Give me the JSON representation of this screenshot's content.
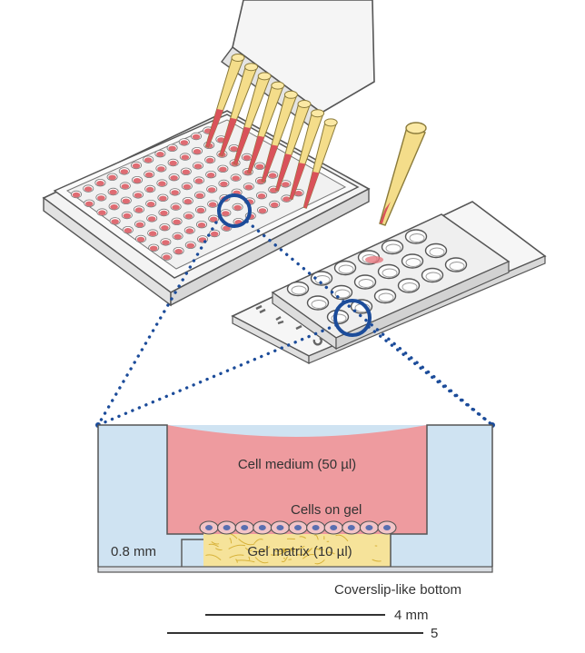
{
  "labels": {
    "cell_medium": "Cell medium (50 µl)",
    "cells_on_gel": "Cells on gel",
    "gel_matrix": "Gel matrix (10 µl)",
    "well_depth": "0.8 mm",
    "bottom": "Coverslip-like bottom",
    "scale_inner": "4 mm",
    "scale_outer": "5"
  },
  "colors": {
    "well_wall": "#cfe3f2",
    "medium": "#ee9b9f",
    "gel": "#f6e39a",
    "gel_fibers": "#d7b23a",
    "cell_fill": "#f2c4c7",
    "cell_nucleus": "#5a6fb0",
    "highlight_ring": "#1c4c9a",
    "dots": "#1c4c9a",
    "tip": "#f4dd8a",
    "liquid": "#d9525a",
    "outline": "#555555"
  },
  "icons": {
    "plate": "96-well-plate-icon",
    "pipette": "multichannel-pipette-icon",
    "slide": "chamber-slide-icon",
    "single_pipette": "single-pipette-tip-icon"
  }
}
